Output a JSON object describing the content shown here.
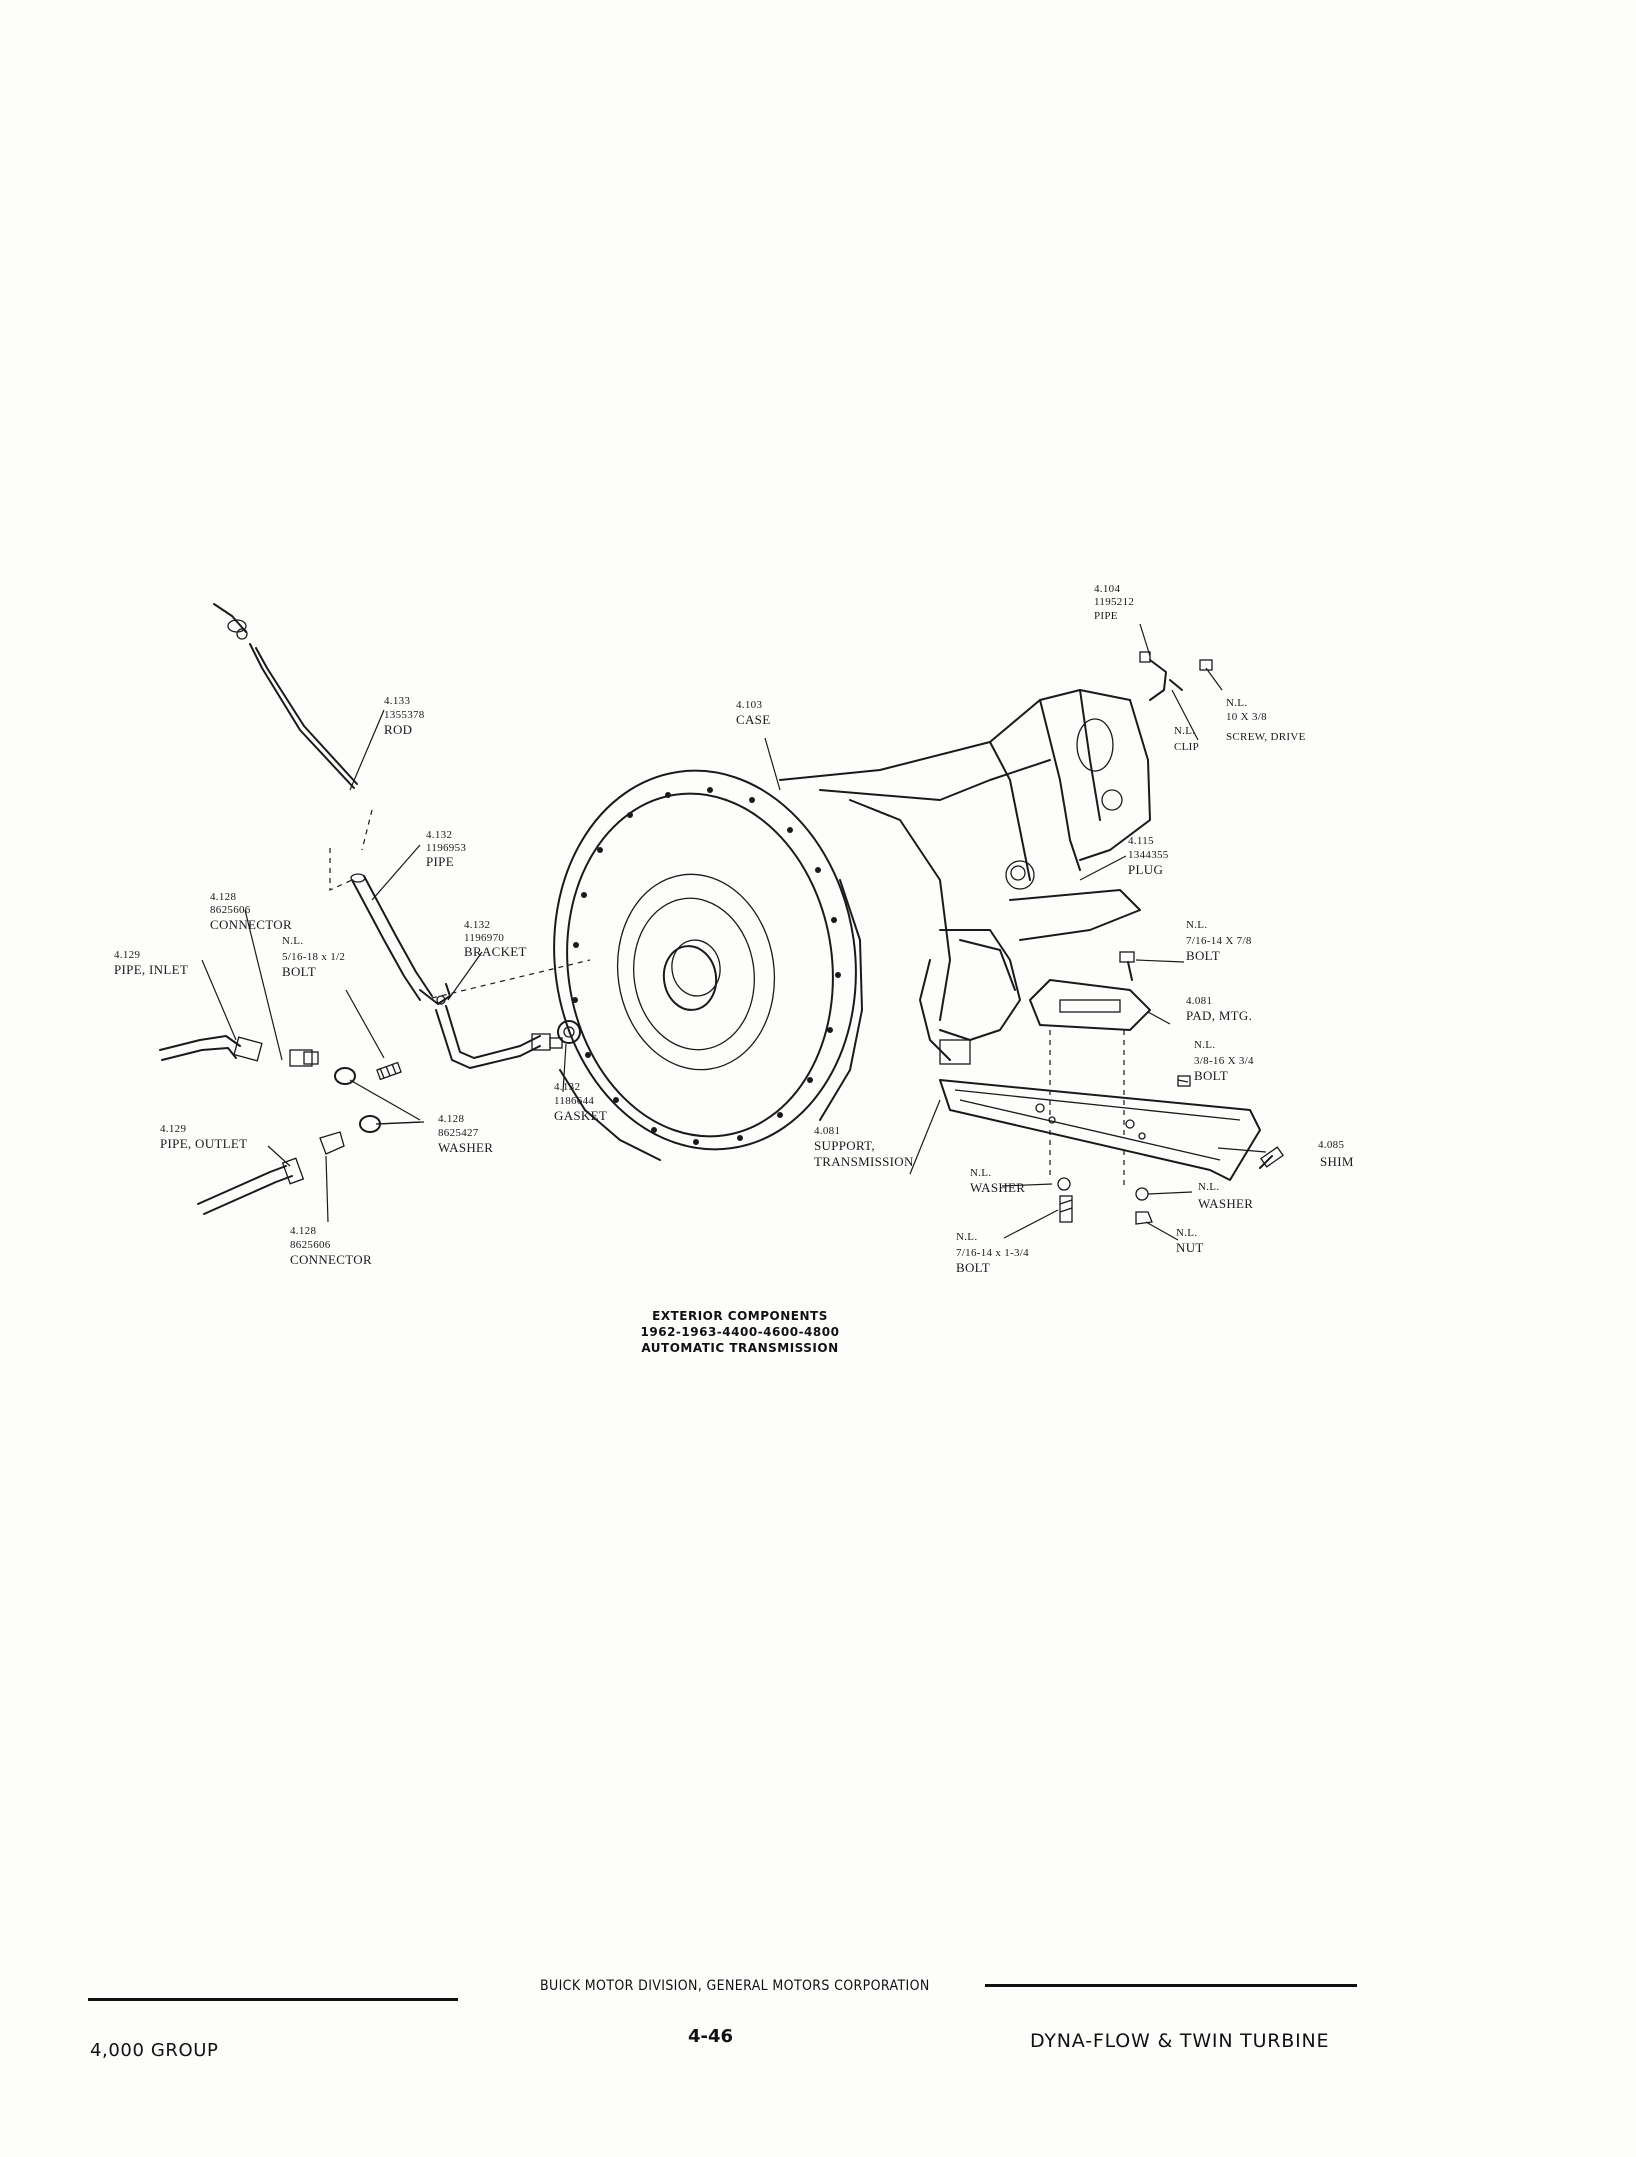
{
  "labels": {
    "rod": {
      "num": "4.133",
      "part": "1355378",
      "name": "ROD"
    },
    "case": {
      "num": "4.103",
      "name": "CASE"
    },
    "pipe_top": {
      "num": "4.104",
      "part": "1195212",
      "name": "PIPE"
    },
    "screw_drive": {
      "nl": "N.L.",
      "size": "10 X 3/8",
      "name": "SCREW, DRIVE"
    },
    "clip": {
      "nl": "N.L.",
      "name": "CLIP"
    },
    "plug": {
      "num": "4.115",
      "part": "1344355",
      "name": "PLUG"
    },
    "pipe_mid": {
      "num": "4.132",
      "part": "1196953",
      "name": "PIPE"
    },
    "connector_top": {
      "num": "4.128",
      "part": "8625606",
      "name": "CONNECTOR"
    },
    "bolt_left": {
      "nl": "N.L.",
      "size": "5/16-18 x 1/2",
      "name": "BOLT"
    },
    "bracket": {
      "num": "4.132",
      "part": "1196970",
      "name": "BRACKET"
    },
    "pipe_inlet": {
      "num": "4.129",
      "name": "PIPE, INLET"
    },
    "bolt_right_top": {
      "nl": "N.L.",
      "size": "7/16-14 X 7/8",
      "name": "BOLT"
    },
    "pad": {
      "num": "4.081",
      "name": "PAD, MTG."
    },
    "bolt_right_mid": {
      "nl": "N.L.",
      "size": "3/8-16 X 3/4",
      "name": "BOLT"
    },
    "gasket": {
      "num": "4.132",
      "part": "1186644",
      "name": "GASKET"
    },
    "pipe_outlet": {
      "num": "4.129",
      "name": "PIPE, OUTLET"
    },
    "washer_left": {
      "num": "4.128",
      "part": "8625427",
      "name": "WASHER"
    },
    "support": {
      "num": "4.081",
      "line1": "SUPPORT,",
      "line2": "TRANSMISSION"
    },
    "shim": {
      "num": "4.085",
      "name": "SHIM"
    },
    "washer_mid": {
      "nl": "N.L.",
      "name": "WASHER"
    },
    "washer_right": {
      "nl": "N.L.",
      "name": "WASHER"
    },
    "connector_bottom": {
      "num": "4.128",
      "part": "8625606",
      "name": "CONNECTOR"
    },
    "bolt_bottom": {
      "nl": "N.L.",
      "size": "7/16-14 x 1-3/4",
      "name": "BOLT"
    },
    "nut": {
      "nl": "N.L.",
      "name": "NUT"
    }
  },
  "caption": {
    "line1": "EXTERIOR COMPONENTS",
    "line2": "1962-1963-4400-4600-4800",
    "line3": "AUTOMATIC TRANSMISSION"
  },
  "footer": {
    "corporation": "BUICK MOTOR DIVISION, GENERAL MOTORS CORPORATION",
    "group": "4,000 GROUP",
    "page": "4-46",
    "title": "DYNA-FLOW & TWIN TURBINE"
  }
}
